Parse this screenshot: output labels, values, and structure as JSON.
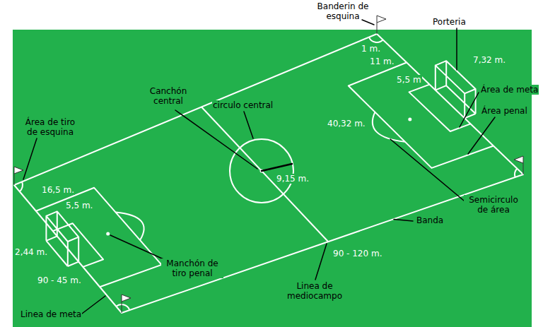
{
  "diagram": {
    "labels": [
      "Banderin de esquina",
      "1 m.",
      "Porteria",
      "11 m.",
      "5,5 m",
      "7,32 m.",
      "circulo central",
      "Canchón central",
      "Área de meta",
      "Área de tiro de esquina",
      "40,32 m.",
      "Área penal",
      "9,15 m.",
      "16,5 m.",
      "Semicirculo de área",
      "5,5 m.",
      "2,44 m.",
      "Banda",
      "90 - 120 m.",
      "90 - 45 m.",
      "Linea de mediocampo",
      "Manchón de tiro penal",
      "Linea de meta"
    ]
  }
}
